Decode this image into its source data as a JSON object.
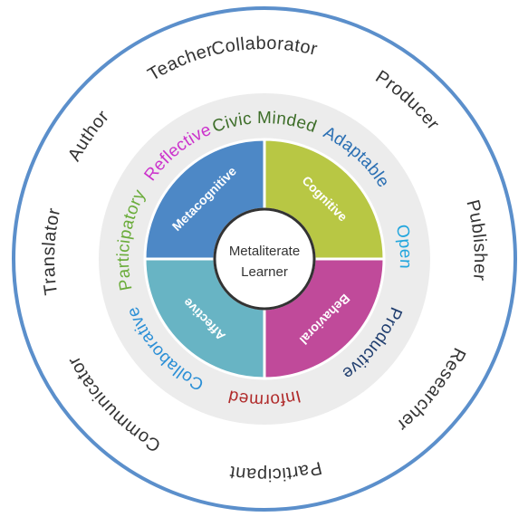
{
  "center": {
    "line1": "Metaliterate",
    "line2": "Learner"
  },
  "domains": [
    {
      "label": "Metacognitive",
      "color": "#4d88c6"
    },
    {
      "label": "Cognitive",
      "color": "#b8c744"
    },
    {
      "label": "Behavioral",
      "color": "#c04a9a"
    },
    {
      "label": "Affective",
      "color": "#68b4c4"
    }
  ],
  "traits": [
    {
      "label": "Civic Minded",
      "color": "#3e6e2a"
    },
    {
      "label": "Adaptable",
      "color": "#2a6fb3"
    },
    {
      "label": "Open",
      "color": "#22a6dd"
    },
    {
      "label": "Productive",
      "color": "#1f3d6e"
    },
    {
      "label": "Informed",
      "color": "#b02a2a"
    },
    {
      "label": "Collaborative",
      "color": "#2b8fd6"
    },
    {
      "label": "Participatory",
      "color": "#6aac3a"
    },
    {
      "label": "Reflective",
      "color": "#cc33cc"
    }
  ],
  "roles": [
    {
      "label": "Collaborator"
    },
    {
      "label": "Producer"
    },
    {
      "label": "Publisher"
    },
    {
      "label": "Researcher"
    },
    {
      "label": "Participant"
    },
    {
      "label": "Communicator"
    },
    {
      "label": "Translator"
    },
    {
      "label": "Author"
    },
    {
      "label": "Teacher"
    }
  ],
  "colors": {
    "outer_ring": "#5b8fcb",
    "trait_band": "#ececec",
    "divider": "#ffffff"
  }
}
